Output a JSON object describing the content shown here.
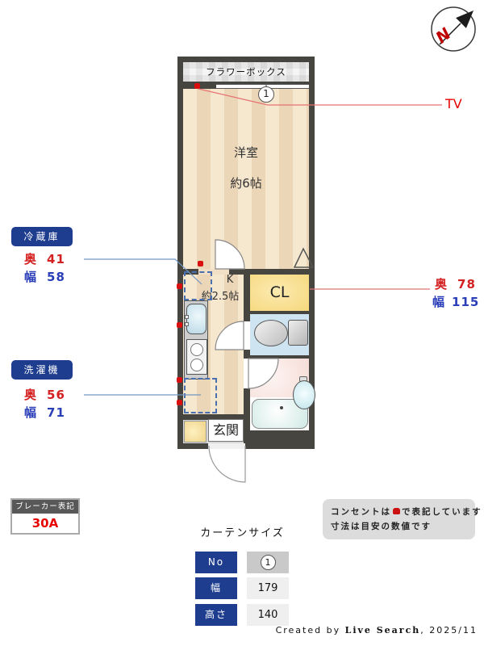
{
  "compass": {
    "label": "N"
  },
  "plan": {
    "flower_box": "フラワーボックス",
    "window_no": "1",
    "living": {
      "name": "洋室",
      "size": "約6帖"
    },
    "kitchen": {
      "name": "K",
      "size": "約2.5帖"
    },
    "closet": "CL",
    "entrance": "玄関",
    "tv_label": "TV"
  },
  "left_annotations": [
    {
      "title": "冷蔵庫",
      "depth_label": "奥",
      "depth": "41",
      "width_label": "幅",
      "width": "58"
    },
    {
      "title": "洗濯機",
      "depth_label": "奥",
      "depth": "56",
      "width_label": "幅",
      "width": "71"
    }
  ],
  "closet_dims": {
    "depth_label": "奥",
    "depth": "78",
    "width_label": "幅",
    "width": "115"
  },
  "breaker": {
    "title": "ブレーカー表記",
    "value": "30A"
  },
  "curtain": {
    "title": "カーテンサイズ",
    "rows": [
      {
        "label": "No",
        "value": "1"
      },
      {
        "label": "幅",
        "value": "179"
      },
      {
        "label": "高さ",
        "value": "140"
      }
    ]
  },
  "note": {
    "line1_pre": "コンセントは",
    "line1_post": "で表記しています",
    "line2": "寸法は目安の数値です"
  },
  "footer": {
    "created_by": "Created by",
    "brand": "Live Search",
    "date": ", 2025/11"
  },
  "colors": {
    "navy": "#1e3d8f",
    "dimension_red": "#d32020",
    "dimension_blue": "#2a3eb8",
    "accent_red": "#e60000",
    "wall": "#47453f",
    "outlet_red": "#d90f0f",
    "closet_yellow": "#f6d87e",
    "toilet_blue": "#cfe4f1",
    "bath_pink": "#f5dcd6"
  }
}
